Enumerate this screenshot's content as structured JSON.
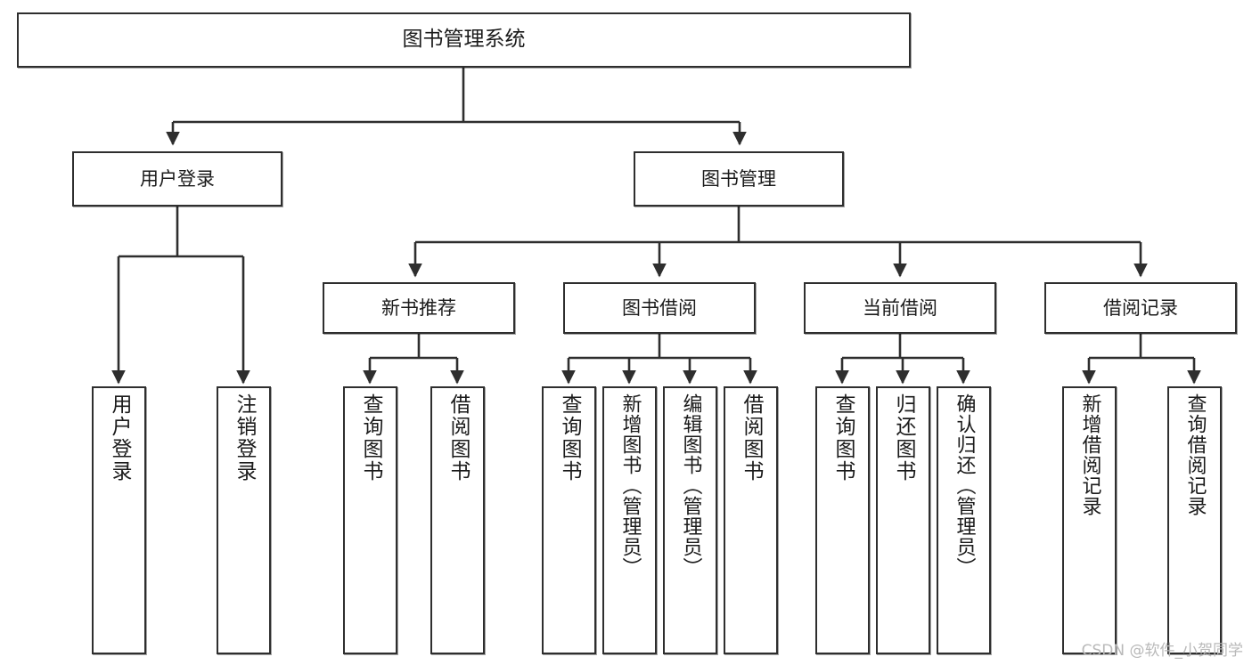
{
  "diagram": {
    "title": "图书管理系统",
    "type": "hierarchy-tree",
    "root": {
      "label": "图书管理系统"
    },
    "level1": [
      {
        "label": "用户登录"
      },
      {
        "label": "图书管理"
      }
    ],
    "level2": [
      {
        "label": "新书推荐"
      },
      {
        "label": "图书借阅"
      },
      {
        "label": "当前借阅"
      },
      {
        "label": "借阅记录"
      }
    ],
    "leaves": {
      "user_login": [
        {
          "label": "用户登录"
        },
        {
          "label": "注销登录"
        }
      ],
      "new_book_recommend": [
        {
          "label": "查询图书"
        },
        {
          "label": "借阅图书"
        }
      ],
      "book_borrow": [
        {
          "label": "查询图书"
        },
        {
          "label": "新增图书（管理员）"
        },
        {
          "label": "编辑图书（管理员）"
        },
        {
          "label": "借阅图书"
        }
      ],
      "current_borrow": [
        {
          "label": "查询图书"
        },
        {
          "label": "归还图书"
        },
        {
          "label": "确认归还（管理员）"
        }
      ],
      "borrow_record": [
        {
          "label": "新增借阅记录"
        },
        {
          "label": "查询借阅记录"
        }
      ]
    }
  },
  "watermark": {
    "text": "CSDN @软件_小贺同学"
  },
  "colors": {
    "stroke": "#2e2e2e",
    "background": "#ffffff",
    "text": "#1b1b1b",
    "watermark": "#b9b9b9"
  }
}
